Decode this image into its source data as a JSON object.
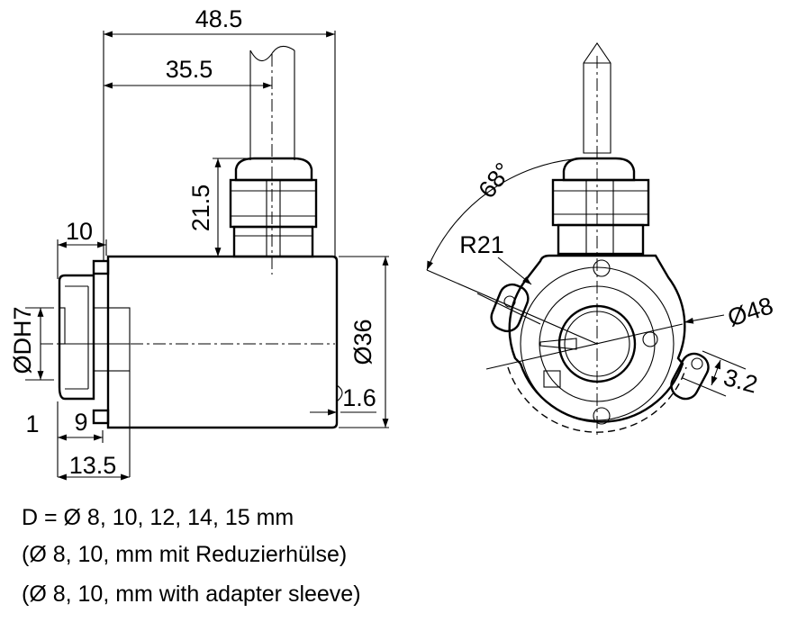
{
  "side_view": {
    "dim_overall_length": "48.5",
    "dim_cable_position": "35.5",
    "dim_gland_height": "21.5",
    "dim_flange_width": "10",
    "dim_bore": "ØDH7",
    "dim_body_diameter": "Ø36",
    "dim_step": "1.6",
    "dim_sleeve_width": "9",
    "dim_one": "1",
    "dim_shaft_length": "13.5"
  },
  "front_view": {
    "dim_angle": "68°",
    "dim_radius": "R21",
    "dim_bolt_circle": "Ø48",
    "dim_slot": "3.2"
  },
  "notes": {
    "line1": "D = Ø 8, 10, 12, 14, 15 mm",
    "line2": "(Ø 8, 10, mm mit Reduzierhülse)",
    "line3": "(Ø 8, 10, mm with adapter sleeve)"
  }
}
